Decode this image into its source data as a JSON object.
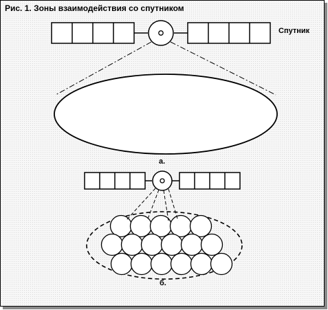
{
  "figure": {
    "title": "Рис. 1. Зоны взаимодействия со спутником",
    "satellite_label": "Спутник",
    "caption_a": "а.",
    "caption_b": "б."
  },
  "colors": {
    "line": "#000000",
    "background": "#f7f7f7",
    "shadow": "#8a8a8a"
  },
  "icons": [
    "satellite-body-icon",
    "solar-panel-icon"
  ],
  "panels": {
    "top_cells_per_panel": 4,
    "bottom_cells_per_panel": 4
  },
  "spot_beams": {
    "rows": [
      5,
      6,
      6
    ]
  }
}
